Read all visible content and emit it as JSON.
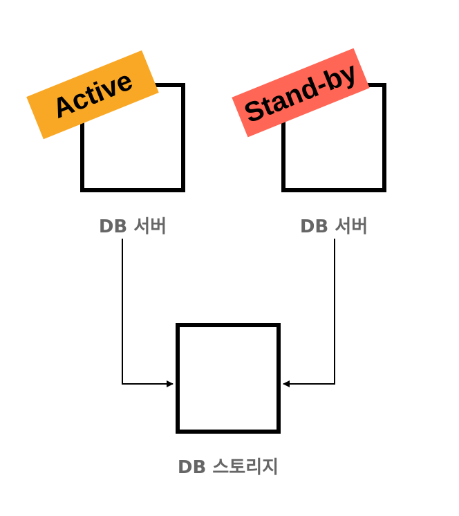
{
  "servers": [
    {
      "status": "Active",
      "status_color": "#F9A825",
      "label": "DB 서버"
    },
    {
      "status": "Stand-by",
      "status_color": "#FF6655",
      "label": "DB 서버"
    }
  ],
  "storage": {
    "label": "DB 스토리지"
  },
  "colors": {
    "box_border": "#000000",
    "label_text": "#666666",
    "arrow": "#000000"
  }
}
